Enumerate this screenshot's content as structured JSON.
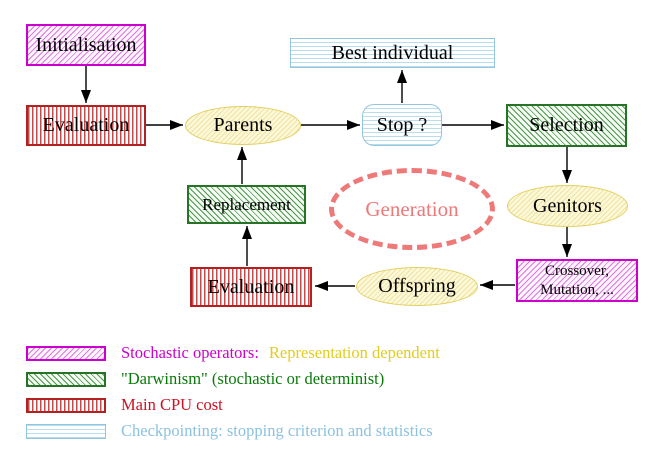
{
  "diagram": {
    "nodes": {
      "initialisation": {
        "label": "Initialisation"
      },
      "evaluation_top": {
        "label": "Evaluation"
      },
      "parents": {
        "label": "Parents"
      },
      "best_individual": {
        "label": "Best individual"
      },
      "stop": {
        "label": "Stop ?"
      },
      "selection": {
        "label": "Selection"
      },
      "genitors": {
        "label": "Genitors"
      },
      "crossover_mutation": {
        "line1": "Crossover,",
        "line2": "Mutation, ..."
      },
      "offspring": {
        "label": "Offspring"
      },
      "evaluation_bottom": {
        "label": "Evaluation"
      },
      "replacement": {
        "label": "Replacement"
      },
      "generation": {
        "label": "Generation"
      }
    },
    "legend": {
      "rows": [
        {
          "pattern": "magenta-hatch",
          "text": "Stochastic operators:",
          "text2": "Representation dependent"
        },
        {
          "pattern": "green-hatch",
          "text": "\"Darwinism\" (stochastic or determinist)"
        },
        {
          "pattern": "red-stripes",
          "text": "Main CPU cost"
        },
        {
          "pattern": "cyan-stripes",
          "text": "Checkpointing: stopping criterion and statistics"
        }
      ]
    },
    "colors": {
      "magenta": "#cc00cc",
      "green": "#267326",
      "red": "#bb2222",
      "cyan": "#93c6dc",
      "yellow": "#e2cf62",
      "legend_yellow_text": "#e2cc22",
      "salmon": "#ee7979",
      "arrow": "#000000"
    }
  }
}
